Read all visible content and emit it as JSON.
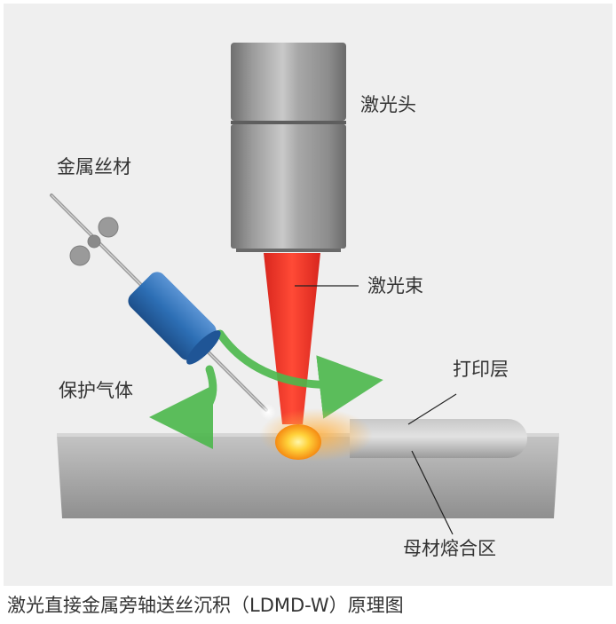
{
  "labels": {
    "laser_head": "激光头",
    "metal_wire": "金属丝材",
    "laser_beam": "激光束",
    "shield_gas": "保护气体",
    "print_layer": "打印层",
    "melt_zone": "母材熔合区"
  },
  "caption": "激光直接金属旁轴送丝沉积（LDMD-W）原理图",
  "colors": {
    "background": "#efefef",
    "laser": "#e8352a",
    "wire_feeder": "#2d6fb5",
    "gas_arrow": "#4cb84c",
    "melt_pool": "#f7a21c",
    "substrate": "#a9a9a9"
  }
}
